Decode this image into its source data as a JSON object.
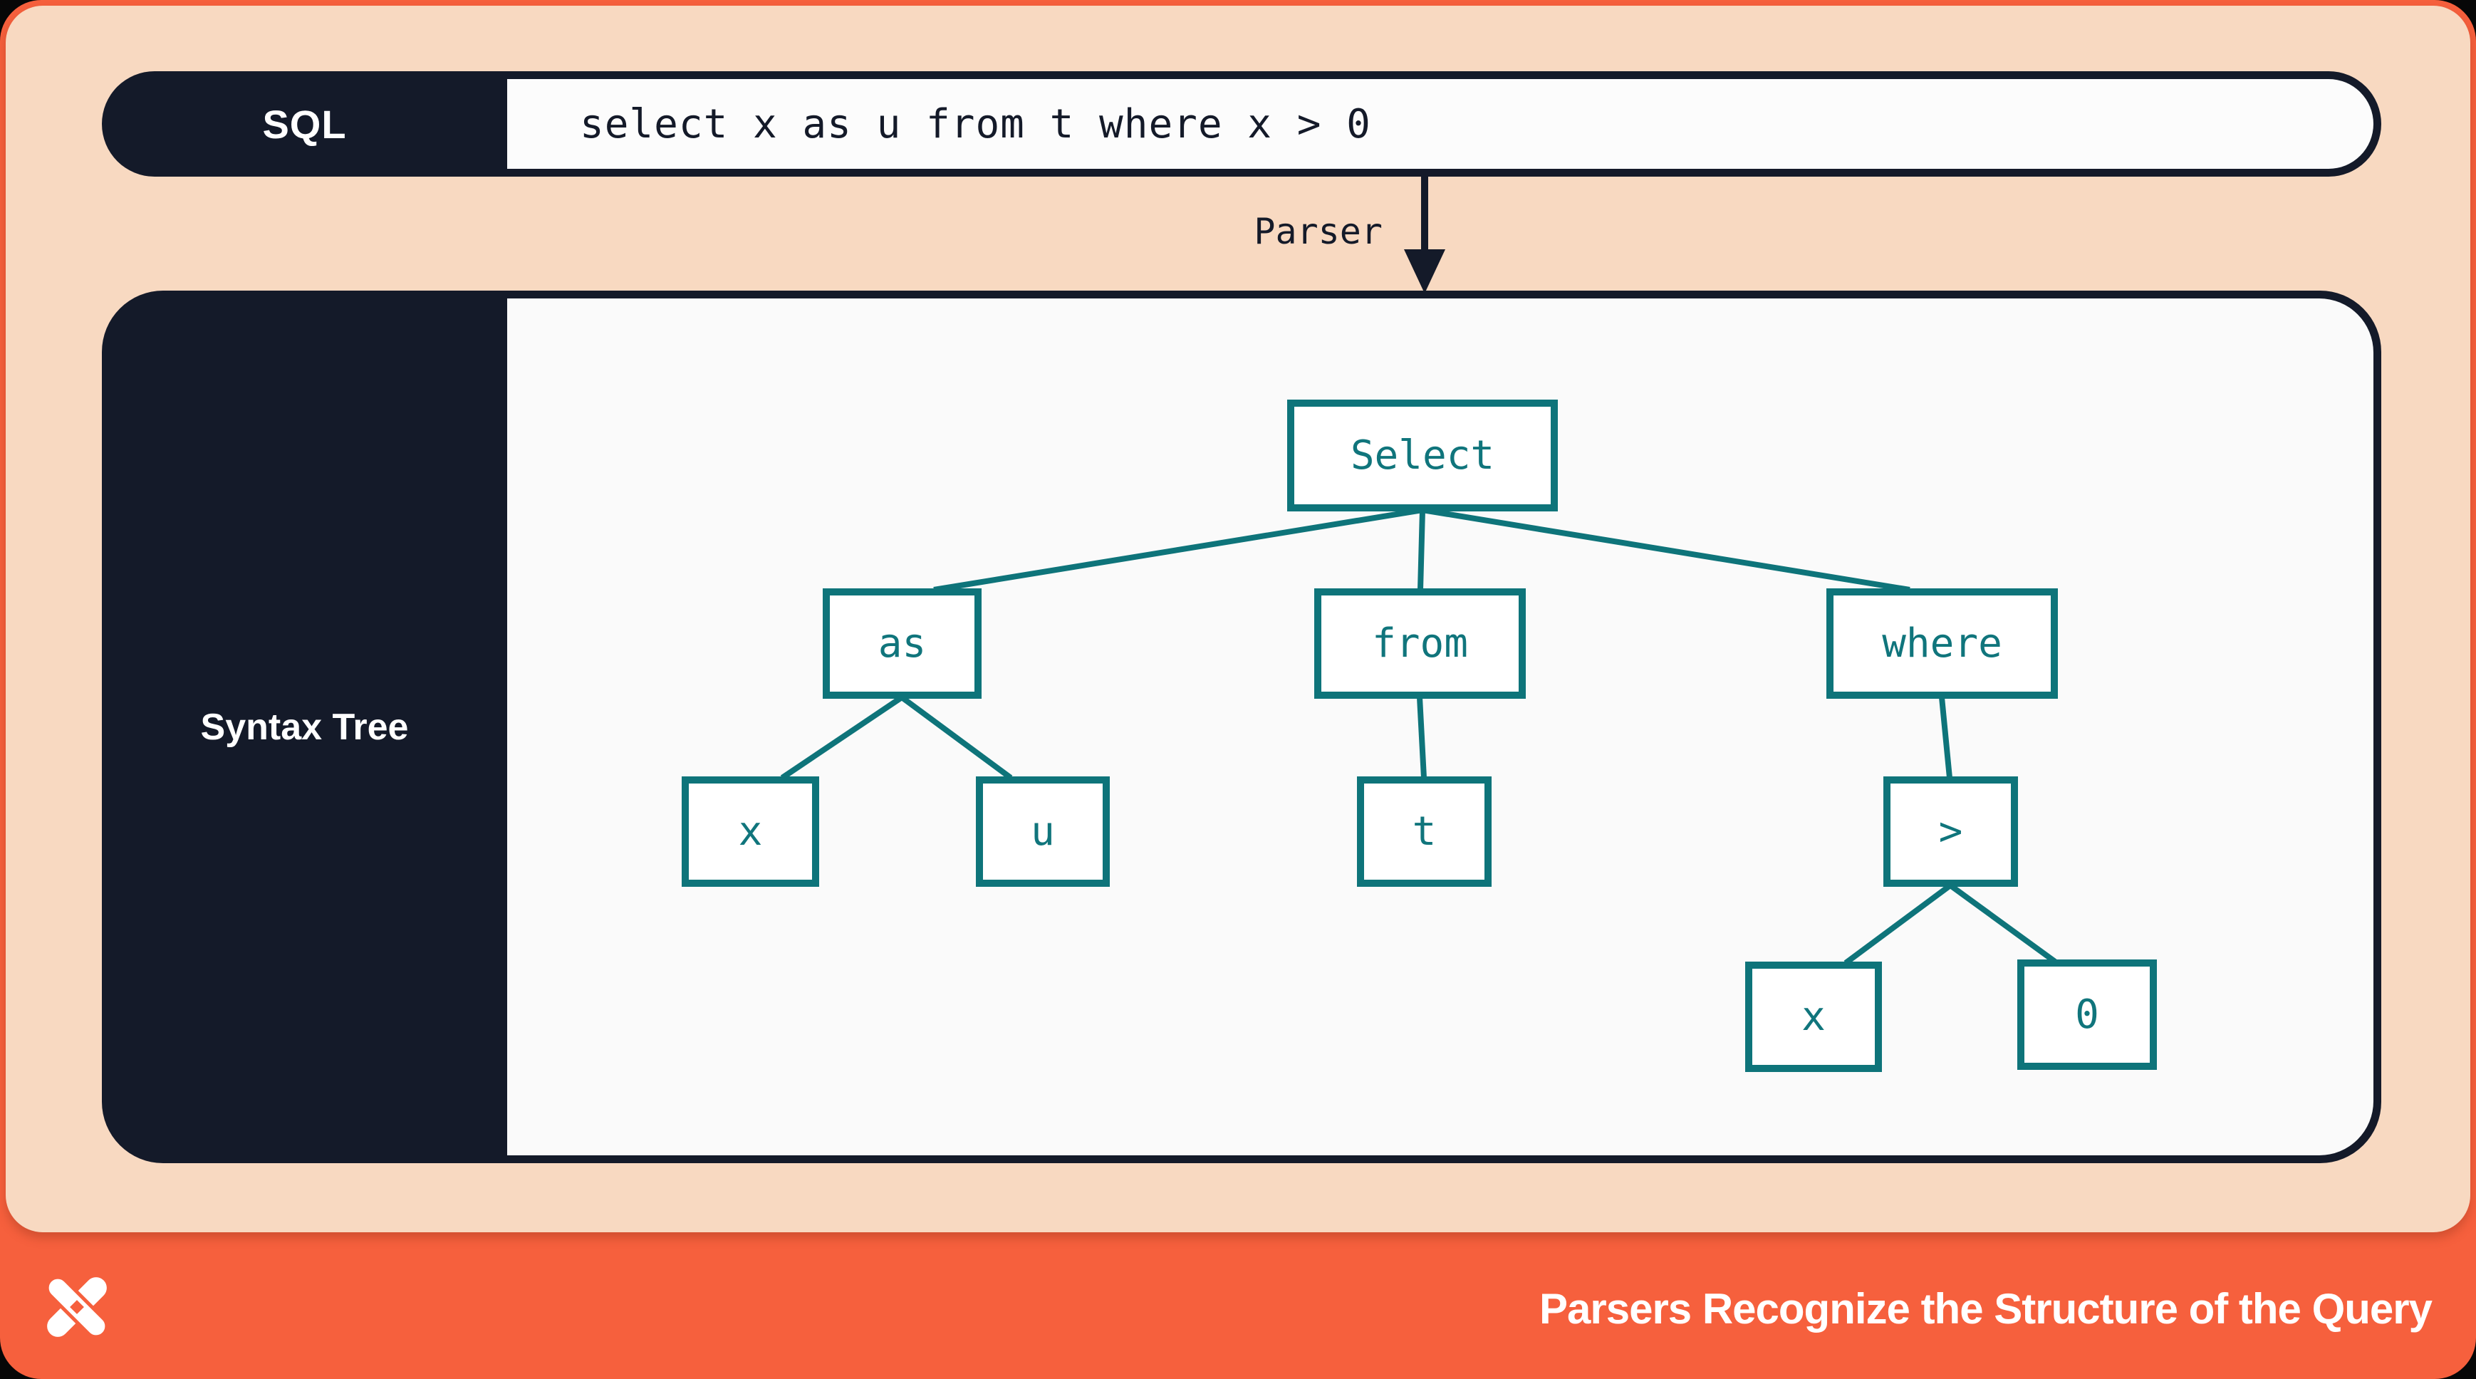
{
  "sql_bar": {
    "label": "SQL",
    "query": "select x as u from t where x > 0"
  },
  "parser": {
    "label": "Parser"
  },
  "syntax_tree": {
    "panel_label": "Syntax Tree",
    "nodes": {
      "select": "Select",
      "as": "as",
      "from": "from",
      "where": "where",
      "x1": "x",
      "u": "u",
      "t": "t",
      "gt": ">",
      "x2": "x",
      "zero": "0"
    },
    "edges": [
      [
        "Select",
        "as"
      ],
      [
        "Select",
        "from"
      ],
      [
        "Select",
        "where"
      ],
      [
        "as",
        "x"
      ],
      [
        "as",
        "u"
      ],
      [
        "from",
        "t"
      ],
      [
        "where",
        ">"
      ],
      [
        ">",
        "x"
      ],
      [
        ">",
        "0"
      ]
    ]
  },
  "footer": {
    "title": "Parsers Recognize the Structure of the Query",
    "logo": "dolt-x-logo"
  },
  "colors": {
    "orange": "#f6603d",
    "peach": "#f8d9c1",
    "navy": "#141a29",
    "teal": "#0e747a",
    "content_white": "#fafafa"
  }
}
